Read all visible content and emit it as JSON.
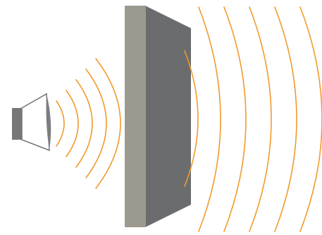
{
  "colors": {
    "background": "#ffffff",
    "wave": "#f29a2e",
    "speaker_body": "#777777",
    "speaker_outline": "#6f7175",
    "speaker_cone_fill": "#ffffff",
    "speaker_membrane": "#7a7d82",
    "wall_front": "#9c9a8f",
    "wall_side": "#6b6c6e"
  },
  "icons": {
    "source": "loudspeaker-icon",
    "barrier": "wall-panel"
  },
  "incident_wave_count": 5,
  "transmitted_wave_count": 6
}
